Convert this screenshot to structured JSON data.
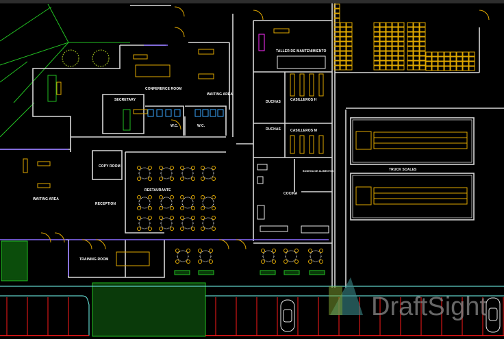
{
  "app": {
    "watermark": "DraftSight"
  },
  "drawing": {
    "type": "architectural floor plan",
    "rooms": {
      "conference_room": "CONFERENCE ROOM",
      "waiting_area_right": "WAITING AREA",
      "waiting_area_left": "WAITING AREA",
      "secretary": "SECRETARY",
      "wc_1": "W.C.",
      "wc_2": "W.C.",
      "taller": "TALLER DE MANTENIMIENTO",
      "duchas_1": "DUCHAS",
      "duchas_2": "DUCHAS",
      "casilleros_h": "CASILLEROS H",
      "casilleros_m": "CASILLEROS M",
      "copy_room": "COPY ROOM",
      "restaurante": "RESTAURANTE",
      "reception": "RECEPTION",
      "training_room": "TRAINING ROOM",
      "cocina": "COCINA",
      "bodega": "BODEGA DE ALIMENTOS",
      "truck_scales": "TRUCK SCALES"
    },
    "colors": {
      "background": "#000000",
      "walls": "#d8d8d8",
      "furniture": "#e0a800",
      "landscape": "#22c022",
      "windows": "#8a6cff",
      "parking": "#ff1a1a",
      "curb": "#5fd0c8"
    }
  }
}
